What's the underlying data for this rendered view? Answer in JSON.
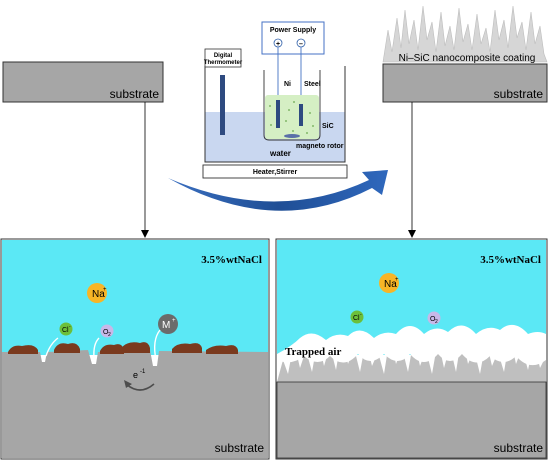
{
  "colors": {
    "water_light": "#c9d7f0",
    "solution": "#5be8f5",
    "substrate": "#a6a6a6",
    "coating_gray": "#bfbfbf",
    "arrow_blue": "#2e5ea8",
    "corrosion": "#7a3a1e",
    "na_ion": "#f7b526",
    "cl_ion": "#6cbf3a",
    "o2_ion": "#c7b8e8",
    "m_ion": "#6b6b6b"
  },
  "labels": {
    "substrate_tl": "substrate",
    "substrate_tr": "substrate",
    "coating": "Ni–SiC nanocomposite coating",
    "power_supply": "Power Supply",
    "plus": "+",
    "minus": "–",
    "digital_thermometer_1": "Digital",
    "digital_thermometer_2": "Thermometer",
    "ni": "Ni",
    "steel": "Steel",
    "sic": "SiC",
    "magneto_rotor": "magneto rotor",
    "water": "water",
    "heater": "Heater,Stirrer",
    "nacl_left": "3.5%wtNaCl",
    "nacl_right": "3.5%wtNaCl",
    "na": "Na",
    "na_sup": "+",
    "cl": "Cl",
    "cl_sup": "-",
    "o2": "O",
    "o2_sub": "2",
    "m": "M",
    "m_sup": "+",
    "electron": "e",
    "electron_sup": "-1",
    "na_r": "Na",
    "na_r_sup": "+",
    "cl_r": "Cl",
    "cl_r_sup": "-",
    "o2_r": "O",
    "o2_r_sub": "2",
    "trapped_air": "Trapped air",
    "substrate_bl": "substrate",
    "substrate_br": "substrate"
  }
}
